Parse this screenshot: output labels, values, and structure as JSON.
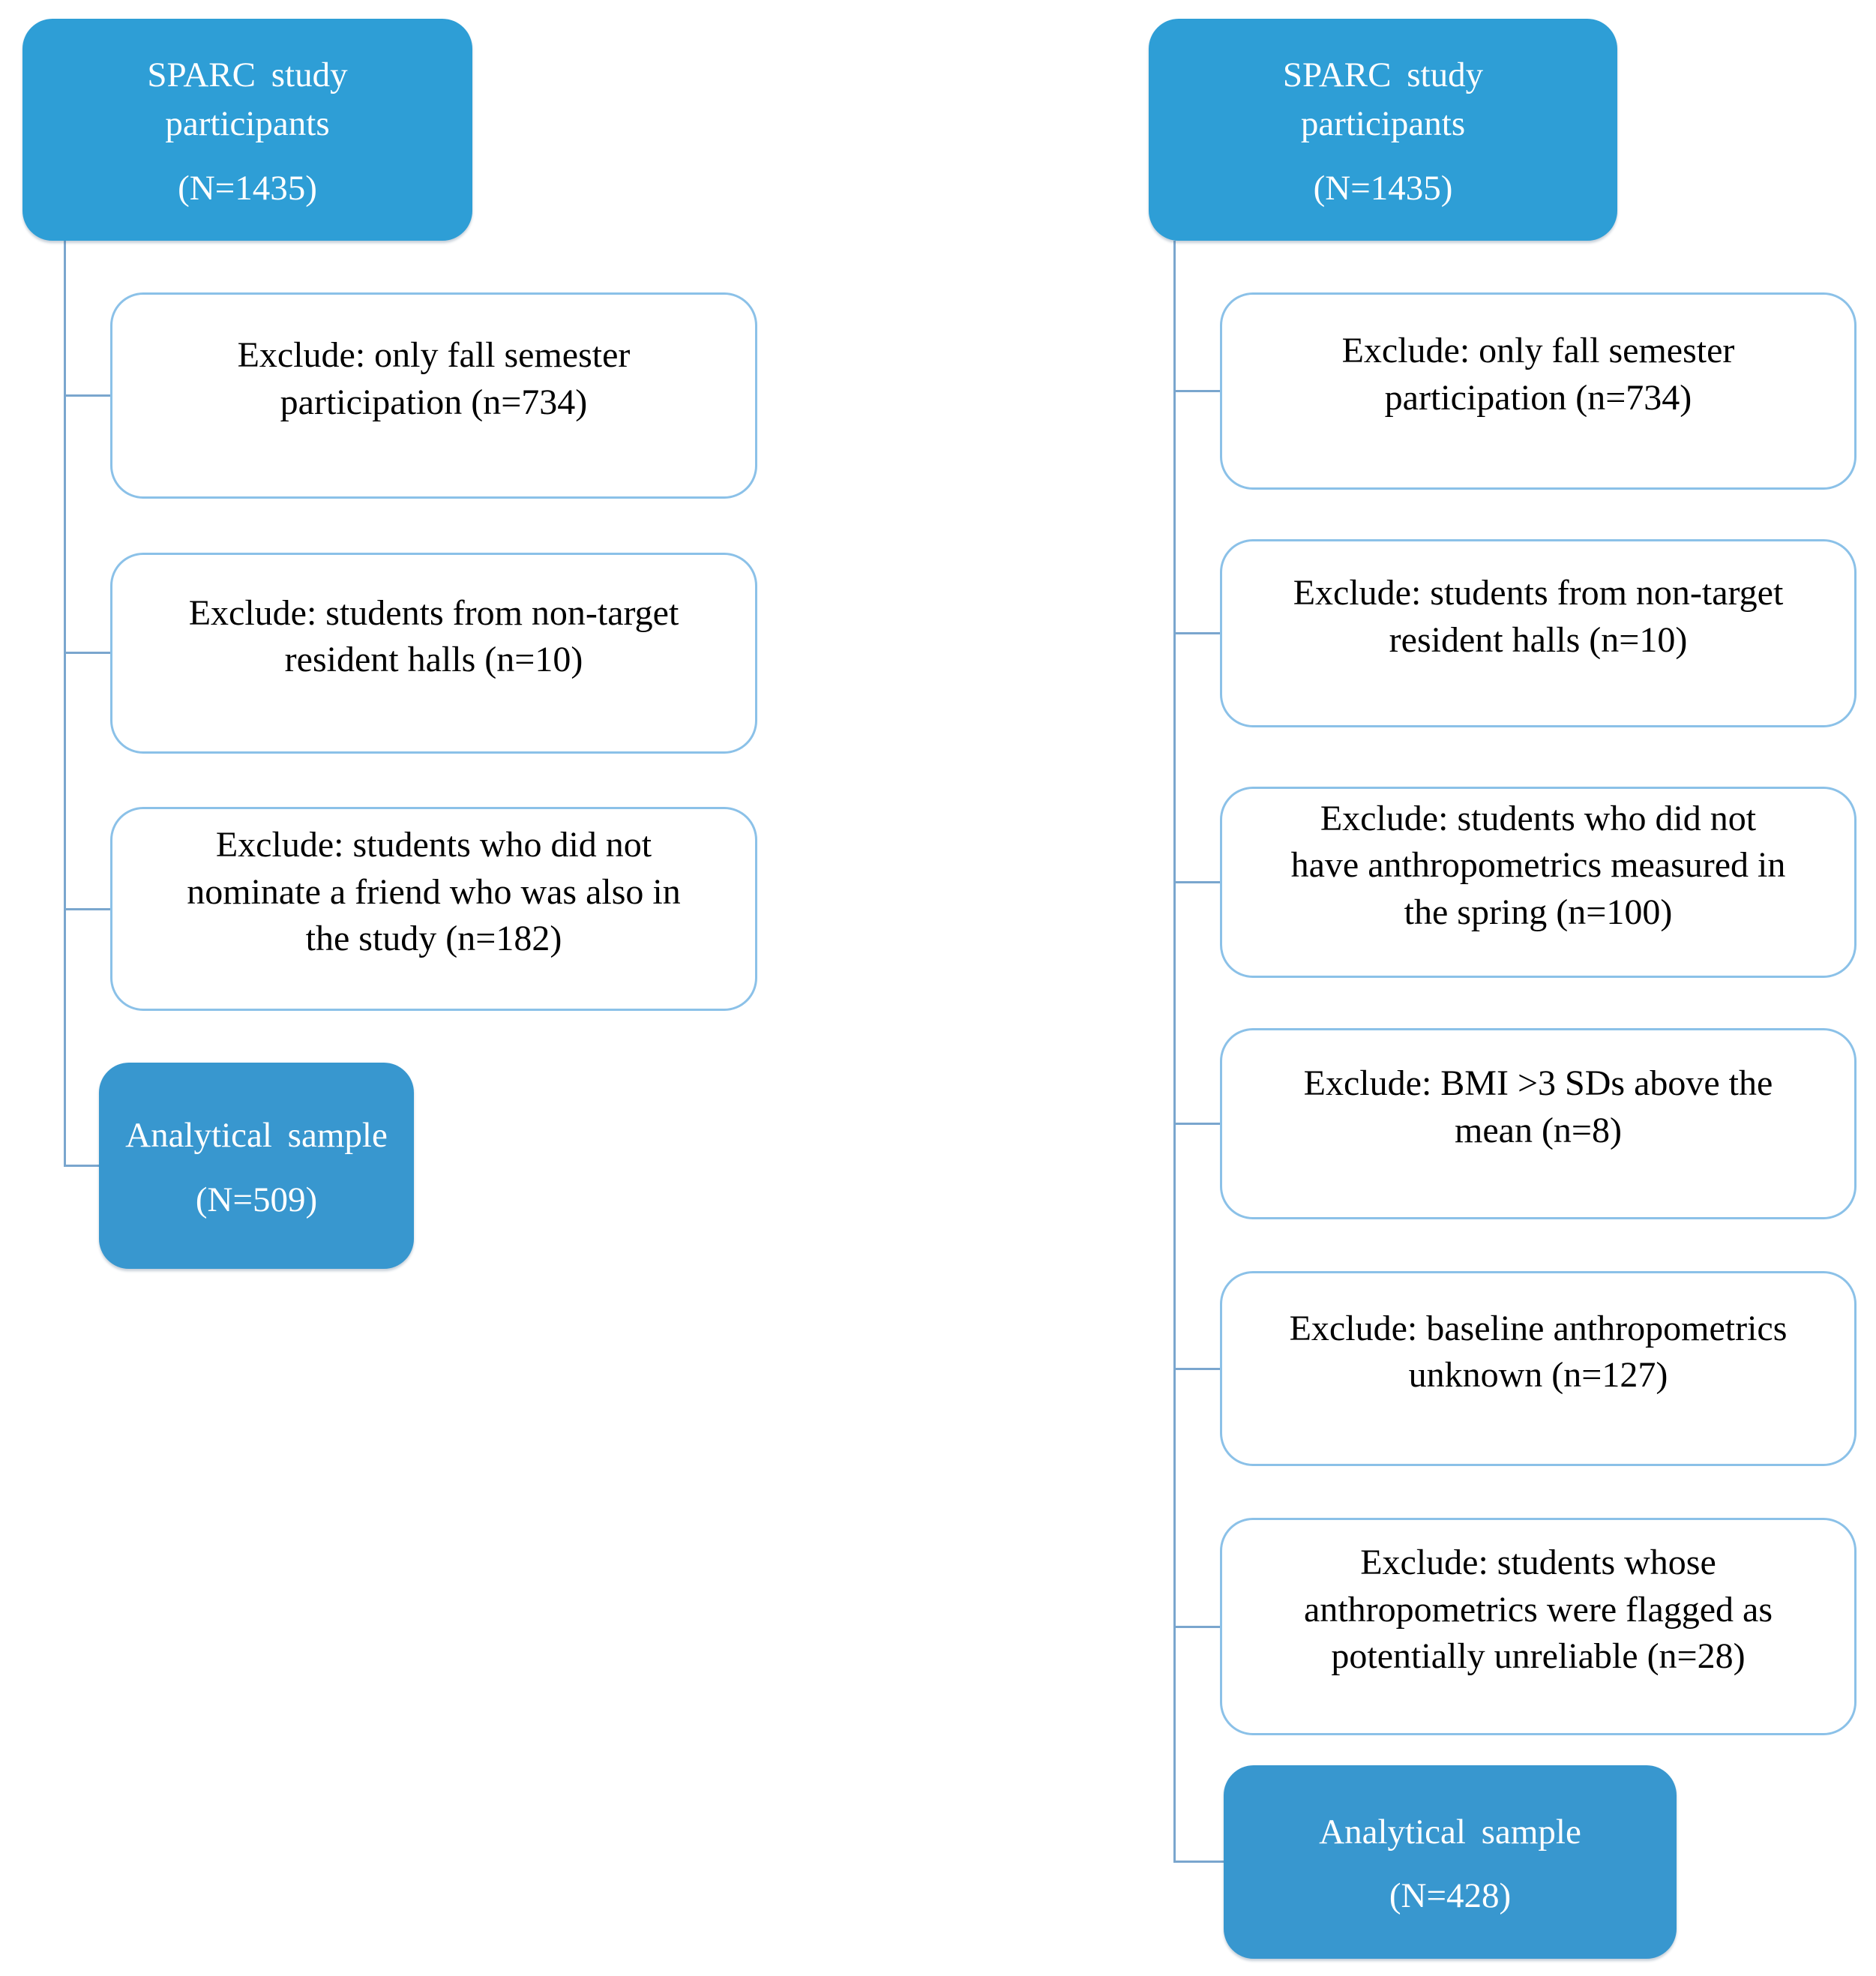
{
  "figure_type": "participant-flow-diagram",
  "colors": {
    "start_box_fill": "#2E9ED6",
    "final_box_fill": "#3897CF",
    "exclude_box_border": "#8BC1E8",
    "exclude_box_fill": "#FFFFFF",
    "connector_line": "#7AA6CE",
    "text_on_blue": "#FFFFFF",
    "text_on_white": "#000000"
  },
  "left_flow": {
    "start": {
      "title_lines": [
        "SPARC study",
        "participants"
      ],
      "n_label": "(N=1435)"
    },
    "exclusions": [
      {
        "lines": [
          "Exclude: only fall semester",
          "participation (n=734)"
        ]
      },
      {
        "lines": [
          "Exclude: students from non-target",
          "resident halls (n=10)"
        ]
      },
      {
        "lines": [
          "Exclude: students who did not",
          "nominate a friend who was also in",
          "the study (n=182)"
        ]
      }
    ],
    "final": {
      "title_lines": [
        "Analytical sample"
      ],
      "n_label": "(N=509)"
    }
  },
  "right_flow": {
    "start": {
      "title_lines": [
        "SPARC study",
        "participants"
      ],
      "n_label": "(N=1435)"
    },
    "exclusions": [
      {
        "lines": [
          "Exclude: only fall semester",
          "participation (n=734)"
        ]
      },
      {
        "lines": [
          "Exclude: students from non-target",
          "resident halls (n=10)"
        ]
      },
      {
        "lines": [
          "Exclude: students who did not",
          "have anthropometrics measured in",
          "the spring (n=100)"
        ]
      },
      {
        "lines": [
          "Exclude: BMI >3 SDs above the",
          "mean (n=8)"
        ]
      },
      {
        "lines": [
          "Exclude: baseline anthropometrics",
          "unknown (n=127)"
        ]
      },
      {
        "lines": [
          "Exclude: students whose",
          "anthropometrics were flagged as",
          "potentially unreliable (n=28)"
        ]
      }
    ],
    "final": {
      "title_lines": [
        "Analytical sample"
      ],
      "n_label": "(N=428)"
    }
  }
}
